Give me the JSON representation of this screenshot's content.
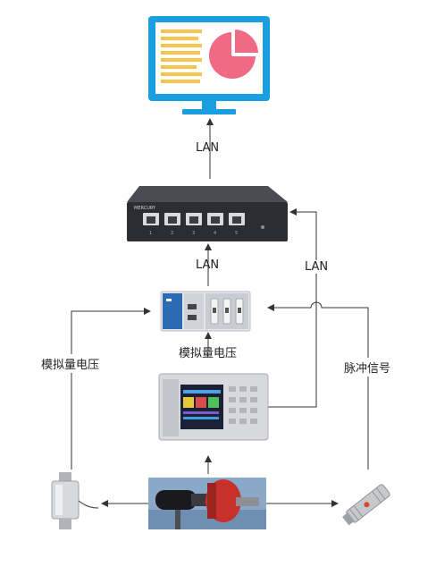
{
  "labels": {
    "lan_monitor_switch": "LAN",
    "lan_switch_daq": "LAN",
    "lan_analyzer_switch": "LAN",
    "left_signal": "模拟量电压",
    "center_signal": "模拟量电压",
    "right_signal": "脉冲信号"
  },
  "switch": {
    "brand": "MERCURY",
    "port_numbers": [
      "1",
      "2",
      "3",
      "4",
      "5"
    ]
  },
  "colors": {
    "monitor_blue": "#1a9ee0",
    "chart_pink": "#f06a86",
    "doc_lines": "#f7c64a",
    "switch_body": "#2b2d33",
    "line": "#333333"
  }
}
